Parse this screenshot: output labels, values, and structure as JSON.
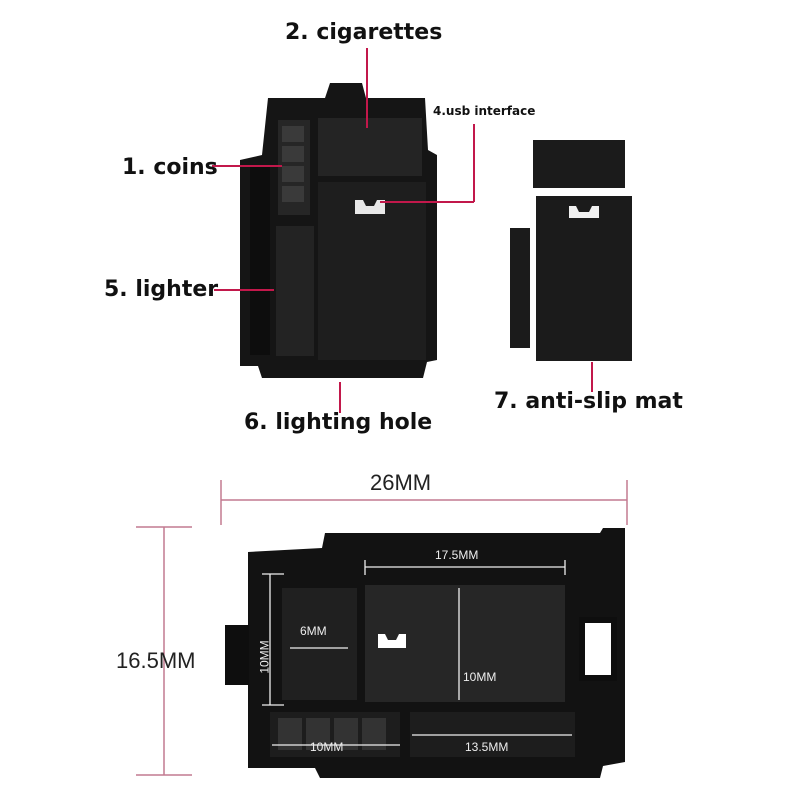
{
  "callouts": {
    "coins": "1. coins",
    "cigarettes": "2. cigarettes",
    "usb": "4.usb interface",
    "lighter": "5. lighter",
    "lighting_hole": "6. lighting hole",
    "anti_slip_mat": "7. anti-slip mat"
  },
  "dimensions": {
    "width": "26MM",
    "height": "16.5MM",
    "top_right": "17.5MM",
    "small_left": "6MM",
    "left_vertical": "10MM",
    "center_vertical": "10MM",
    "bottom_left": "10MM",
    "bottom_right": "13.5MM"
  },
  "colors": {
    "tray": "#111111",
    "tray_inner": "#1c1c1c",
    "callout_line": "#c2184b",
    "dim_line": "#c27a90"
  }
}
